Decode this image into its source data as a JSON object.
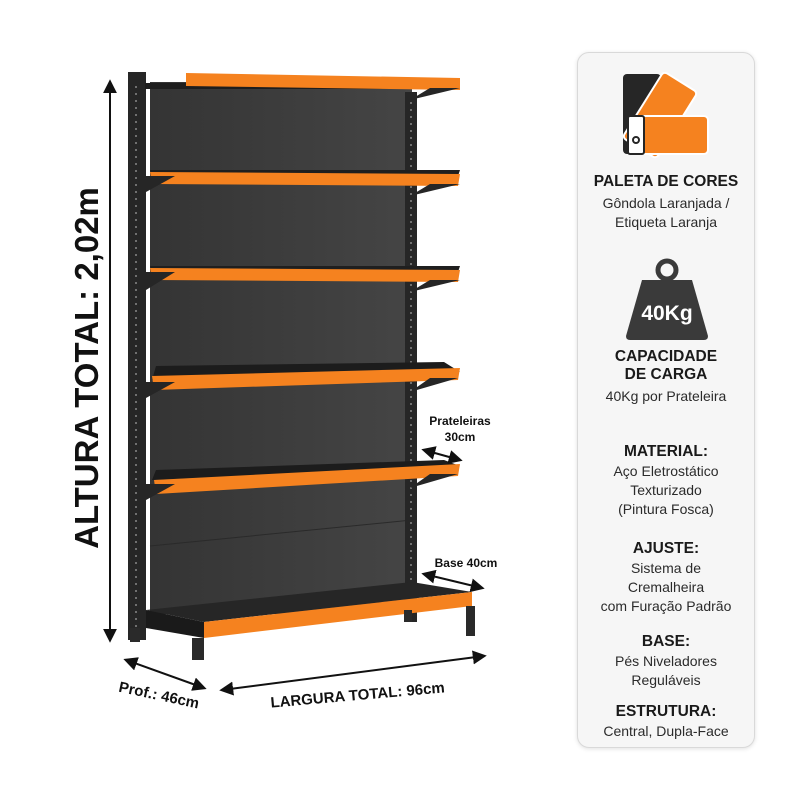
{
  "dimensions": {
    "height_label": "ALTURA TOTAL: 2,02m",
    "width_label": "LARGURA TOTAL: 96cm",
    "depth_label": "Prof.: 46cm",
    "shelf_label_line1": "Prateleiras",
    "shelf_label_line2": "30cm",
    "base_label": "Base 40cm"
  },
  "specs": {
    "palette": {
      "title": "PALETA DE CORES",
      "description": "Gôndola Laranjada /\nEtiqueta Laranja"
    },
    "capacity": {
      "icon_text": "40Kg",
      "title": "CAPACIDADE\nDE CARGA",
      "description": "40Kg por Prateleira"
    },
    "material": {
      "title": "MATERIAL:",
      "description": "Aço Eletrostático\nTexturizado\n(Pintura Fosca)"
    },
    "adjust": {
      "title": "AJUSTE:",
      "description": "Sistema de\nCremalheira\ncom Furação Padrão"
    },
    "base": {
      "title": "BASE:",
      "description": "Pés Niveladores\nReguláveis"
    },
    "structure": {
      "title": "ESTRUTURA:",
      "description": "Central, Dupla-Face"
    }
  },
  "colors": {
    "orange": "#f5821f",
    "dark_metal": "#2b2b2b",
    "panel": "#3d3d3d"
  }
}
